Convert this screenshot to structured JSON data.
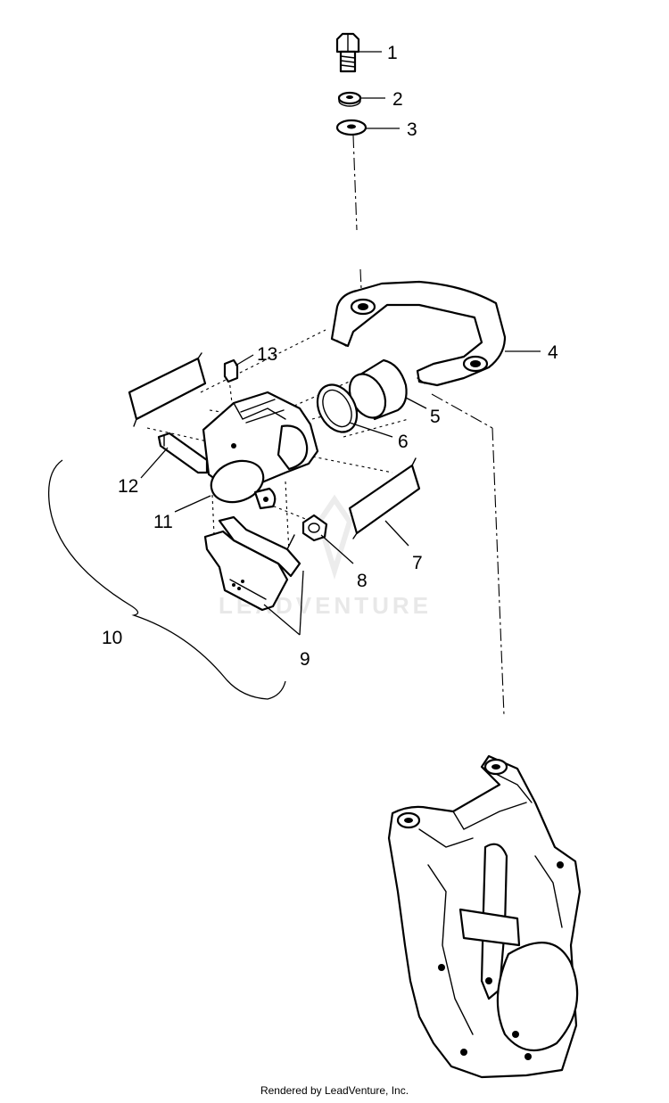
{
  "diagram": {
    "callouts": [
      {
        "id": "1",
        "label": "1"
      },
      {
        "id": "2",
        "label": "2"
      },
      {
        "id": "3",
        "label": "3"
      },
      {
        "id": "4",
        "label": "4"
      },
      {
        "id": "5",
        "label": "5"
      },
      {
        "id": "6",
        "label": "6"
      },
      {
        "id": "7",
        "label": "7"
      },
      {
        "id": "8",
        "label": "8"
      },
      {
        "id": "9",
        "label": "9"
      },
      {
        "id": "10",
        "label": "10"
      },
      {
        "id": "11",
        "label": "11"
      },
      {
        "id": "12",
        "label": "12"
      },
      {
        "id": "13",
        "label": "13"
      }
    ],
    "watermark": "LEADVENTURE"
  },
  "footer": {
    "text": "Rendered by LeadVenture, Inc."
  }
}
